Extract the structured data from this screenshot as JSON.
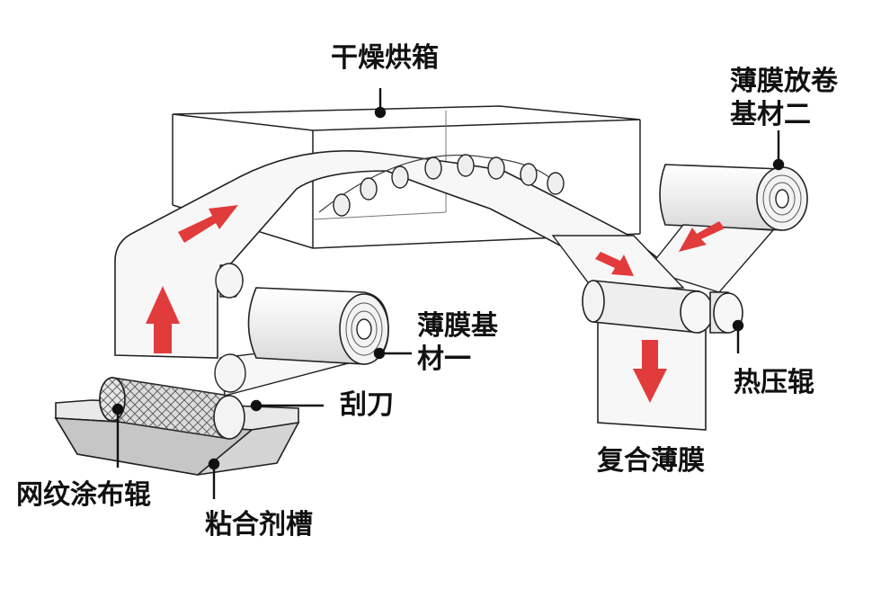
{
  "labels": {
    "drying_oven": "干燥烘箱",
    "film_unwind_2": "薄膜放卷基材二",
    "film_unwind_2_line1": "薄膜放卷",
    "film_unwind_2_line2": "基材二",
    "film_substrate_1_line1": "薄膜基",
    "film_substrate_1_line2": "材一",
    "doctor_blade": "刮刀",
    "anilox_roller": "网纹涂布辊",
    "adhesive_tank": "粘合剂槽",
    "composite_film": "复合薄膜",
    "heat_press_roller": "热压辊"
  },
  "colors": {
    "arrow": "#e23b3b",
    "line": "#111111",
    "roller_fill": "#f2f2f2",
    "film_fill": "#f7f7f7"
  }
}
